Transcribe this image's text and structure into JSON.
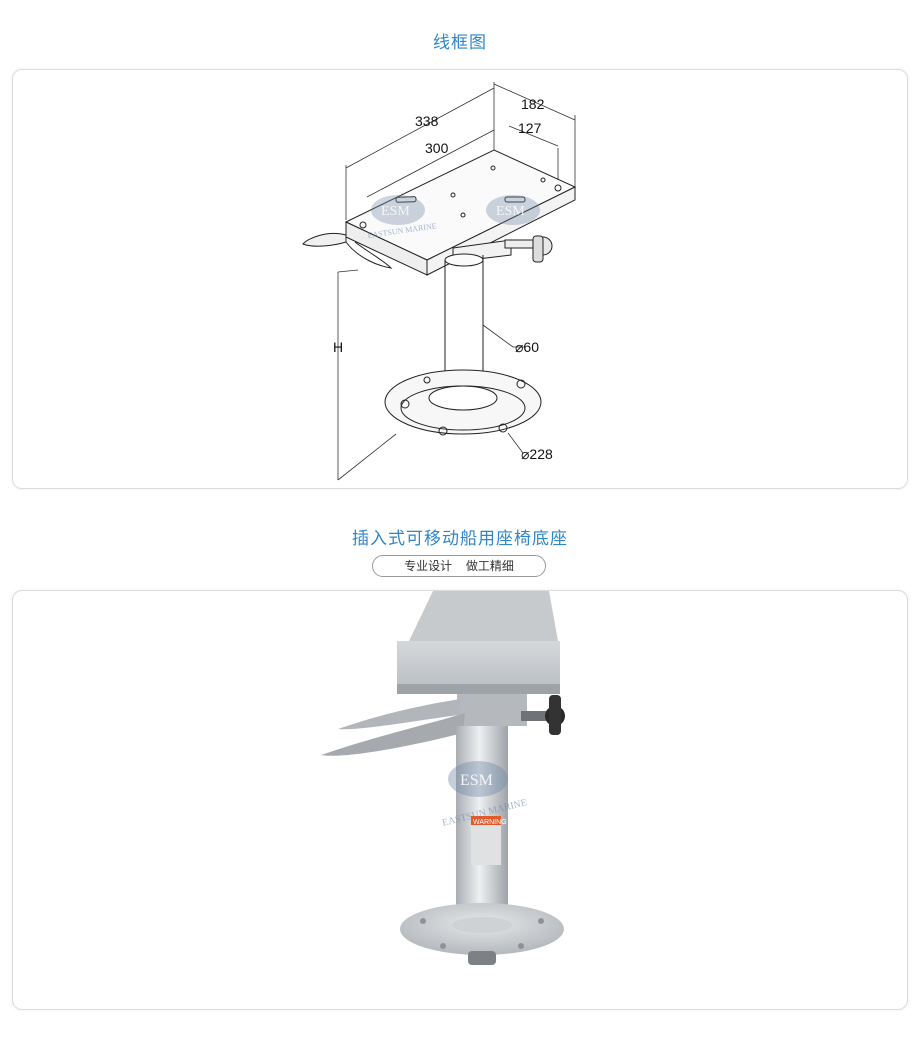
{
  "section1": {
    "title": "线框图"
  },
  "wireframe": {
    "dimensions": {
      "length_outer": "338",
      "length_inner": "300",
      "width_outer": "182",
      "width_inner": "127",
      "height": "H",
      "pole_diameter": "⌀60",
      "base_diameter": "⌀228"
    },
    "watermark": {
      "brand": "ESM",
      "subtitle": "EASTSUN MARINE"
    }
  },
  "section2": {
    "title": "插入式可移动船用座椅底座",
    "tagline_left": "专业设计",
    "tagline_right": "做工精细"
  },
  "photo": {
    "watermark_brand": "ESM",
    "watermark_subtitle": "EASTSUN MARINE",
    "warning_label": "WARNING"
  },
  "colors": {
    "title_blue": "#2f86c9",
    "card_border": "#dcdcdc",
    "metal": "#c9ccd0",
    "warning_orange": "#e2592a"
  }
}
